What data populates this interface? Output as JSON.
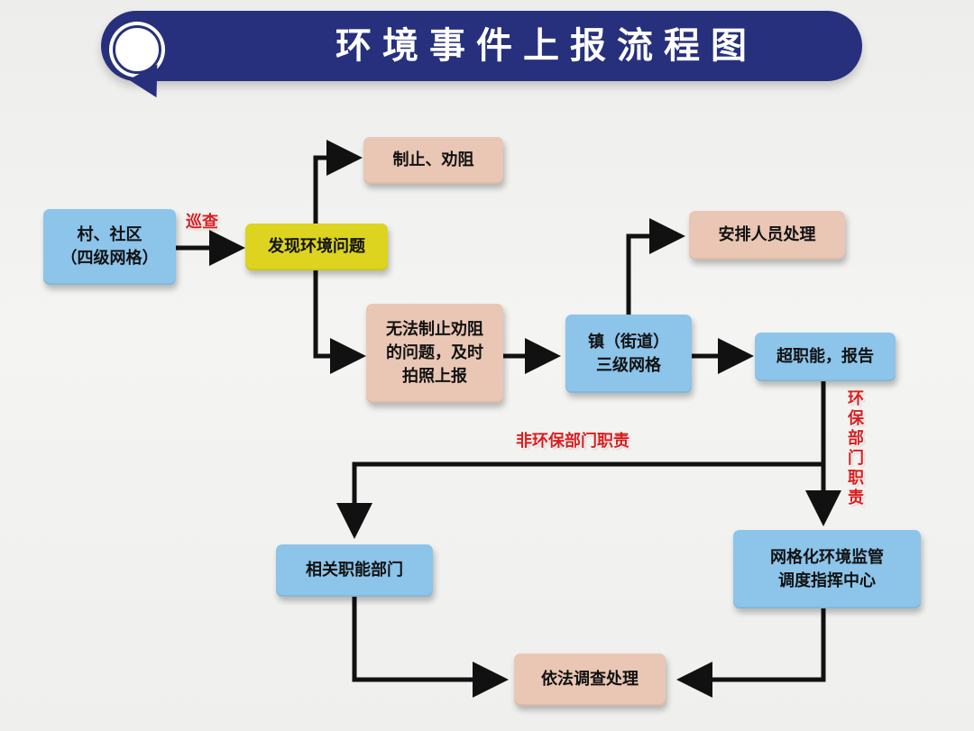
{
  "title": "环境事件上报流程图",
  "colors": {
    "banner": "#26307c",
    "node_blue": "#8cc4ea",
    "node_peach": "#e9c7b4",
    "node_yellow": "#dcd41f",
    "arrow": "#111111",
    "label_red": "#d81e1e"
  },
  "nodes": {
    "village": "村、社区\n（四级网格）",
    "discover": "发现环境问题",
    "stop": "制止、劝阻",
    "unable": "无法制止劝阻\n的问题，及时\n拍照上报",
    "town": "镇（街道）\n三级网格",
    "assign": "安排人员处理",
    "beyond": "超职能，报告",
    "related": "相关职能部门",
    "center": "网格化环境监管\n调度指挥中心",
    "investigate": "依法调查处理"
  },
  "labels": {
    "patrol": "巡查",
    "non_env": "非环保部门职责",
    "env": "环\n保\n部\n门\n职\n责"
  }
}
